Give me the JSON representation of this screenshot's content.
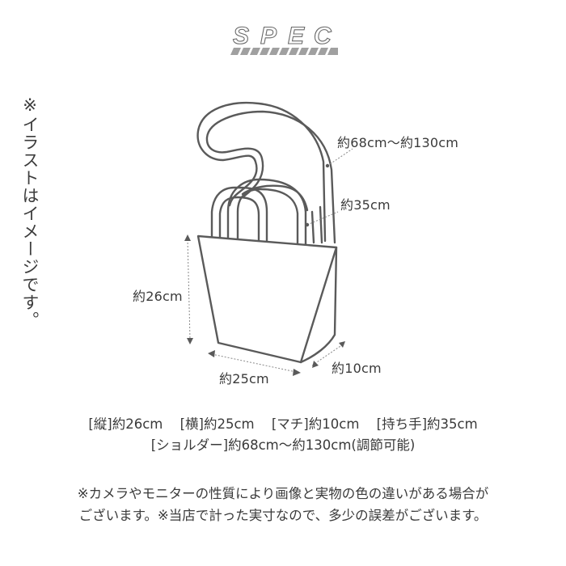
{
  "header": {
    "title": "SPEC",
    "letters": [
      "S",
      "P",
      "E",
      "C"
    ]
  },
  "side_note": "※イラストはイメージです。",
  "illustration": {
    "subject": "tote-bag-with-shoulder-strap",
    "line_color": "#5a5a5a",
    "labels": {
      "shoulder": "約68cm〜約130cm",
      "handle": "約35cm",
      "height": "約26cm",
      "width": "約25cm",
      "depth": "約10cm"
    }
  },
  "specs": {
    "row1": [
      "[縦]約26cm",
      "[横]約25cm",
      "[マチ]約10cm",
      "[持ち手]約35cm"
    ],
    "row2": "[ショルダー]約68cm〜約130cm(調節可能)"
  },
  "disclaimer": {
    "line1": "※カメラやモニターの性質により画像と実物の色の違いがある場合が",
    "line2": "ございます。※当店で計った実寸なので、多少の誤差がございます。"
  },
  "colors": {
    "text": "#3a3a3a",
    "stripe": "#a0a0a0",
    "outline": "#5a5a5a"
  }
}
